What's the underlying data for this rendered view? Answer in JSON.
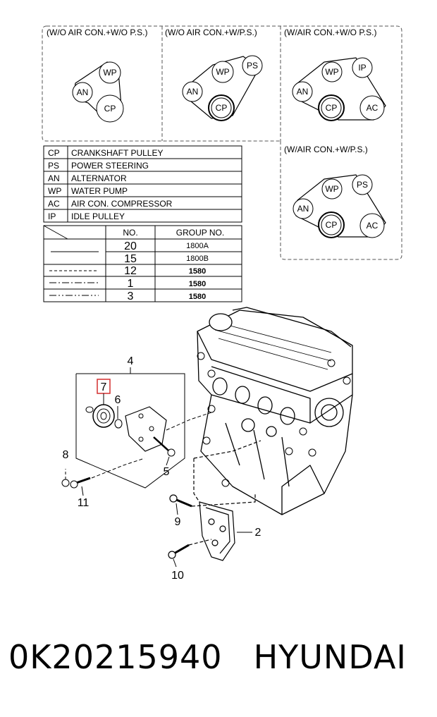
{
  "belt_configs": [
    {
      "title": "(W/O AIR CON.+W/O P.S.)",
      "pulleys": [
        "WP",
        "AN",
        "CP"
      ]
    },
    {
      "title": "(W/O AIR CON.+W/P.S.)",
      "pulleys": [
        "WP",
        "PS",
        "AN",
        "CP"
      ]
    },
    {
      "title": "(W/AIR CON.+W/O P.S.)",
      "pulleys": [
        "WP",
        "IP",
        "AN",
        "CP",
        "AC"
      ]
    },
    {
      "title": "(W/AIR CON.+W/P.S.)",
      "pulleys": [
        "WP",
        "PS",
        "AN",
        "CP",
        "AC"
      ]
    }
  ],
  "legend": [
    {
      "code": "CP",
      "name": "CRANKSHAFT  PULLEY"
    },
    {
      "code": "PS",
      "name": "POWER  STEERING"
    },
    {
      "code": "AN",
      "name": "ALTERNATOR"
    },
    {
      "code": "WP",
      "name": "WATER  PUMP"
    },
    {
      "code": "AC",
      "name": "AIR  CON.  COMPRESSOR"
    },
    {
      "code": "IP",
      "name": "IDLE  PULLEY"
    }
  ],
  "group_table": {
    "header_no": "NO.",
    "header_group": "GROUP NO.",
    "rows": [
      {
        "no": "20",
        "group": "1800A",
        "line": "solid"
      },
      {
        "no": "15",
        "group": "1800B",
        "line": "solid"
      },
      {
        "no": "12",
        "group": "1580",
        "line": "dashed"
      },
      {
        "no": "1",
        "group": "1580",
        "line": "dash-dot"
      },
      {
        "no": "3",
        "group": "1580",
        "line": "dash-dot-dot"
      }
    ]
  },
  "callouts": [
    "4",
    "7",
    "6",
    "8",
    "5",
    "11",
    "9",
    "2",
    "10"
  ],
  "highlighted_callout": "7",
  "footer": {
    "part_number": "0K20215940",
    "brand": "HYUNDAI"
  }
}
